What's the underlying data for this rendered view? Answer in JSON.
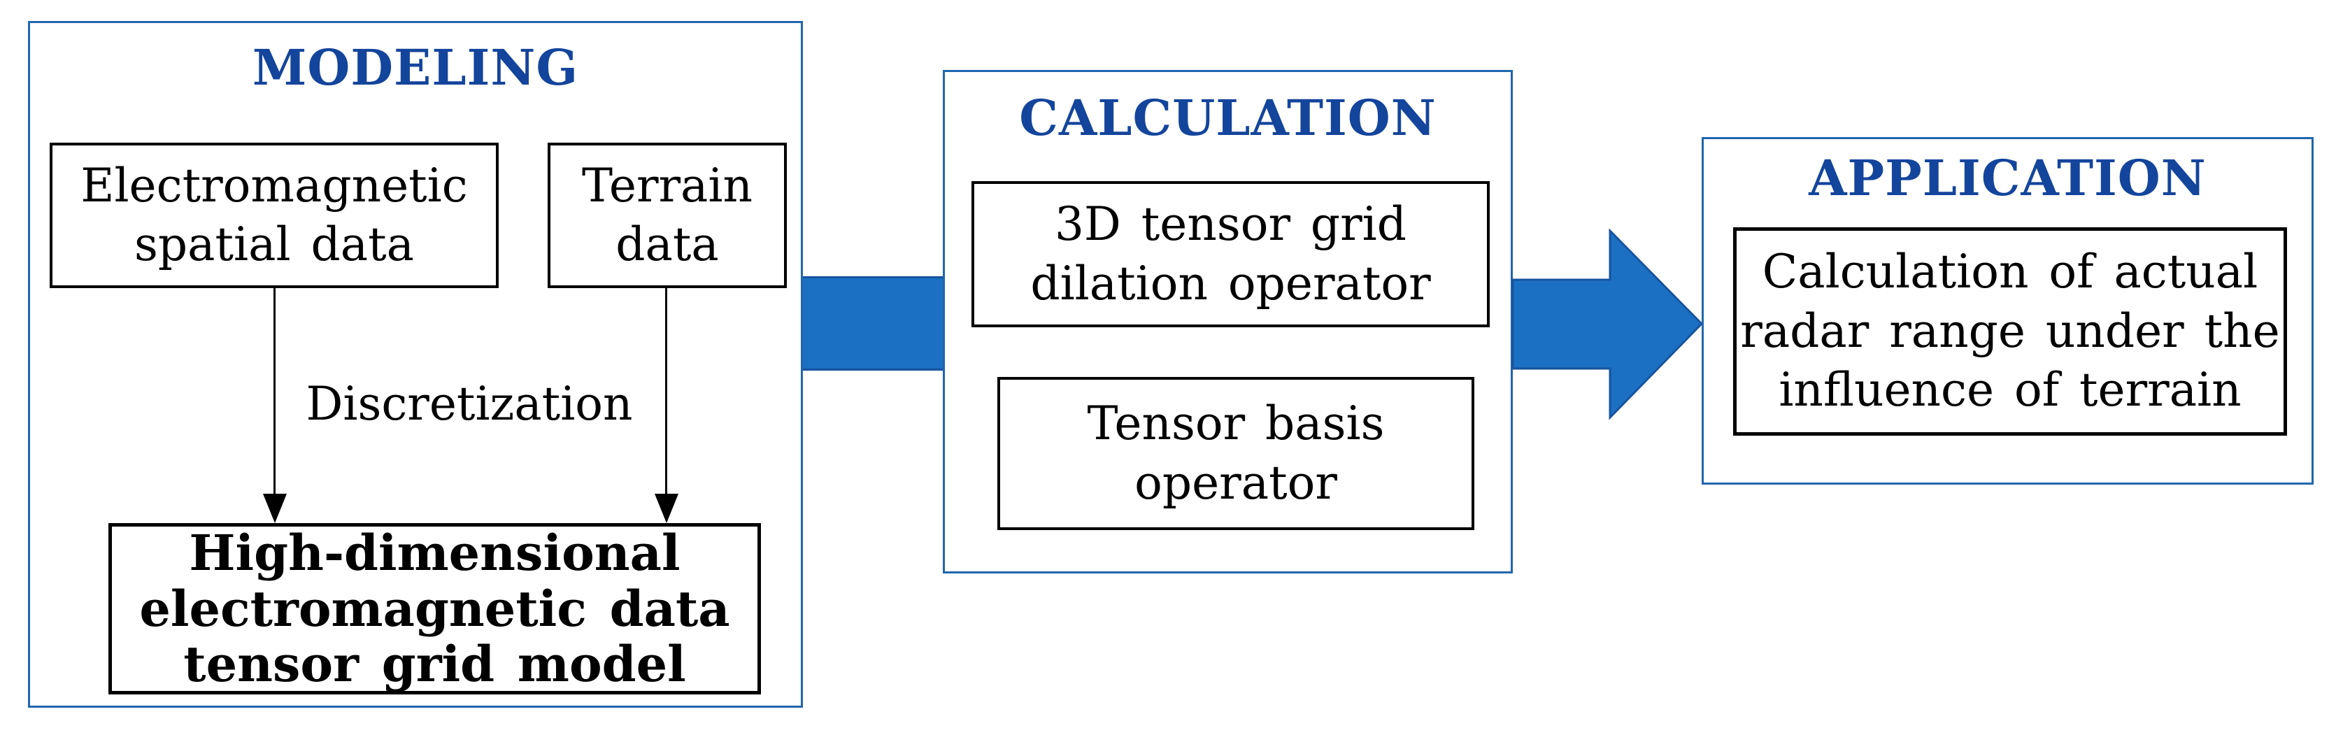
{
  "colors": {
    "container_border_blue": "#2166AE",
    "title_blue": "#14459C",
    "arrow_fill_blue": "#1C70C4",
    "arrow_stroke_blue": "#17549E",
    "box_border_black": "#000000"
  },
  "sections": {
    "modeling": {
      "title": "MODELING",
      "em_box": {
        "lines": [
          "Electromagnetic",
          "spatial data"
        ]
      },
      "terrain_box": {
        "lines": [
          "Terrain",
          "data"
        ]
      },
      "arrow_label": "Discretization",
      "model_box": {
        "lines": [
          "High-dimensional",
          "electromagnetic data",
          "tensor grid model"
        ]
      }
    },
    "calculation": {
      "title": "CALCULATION",
      "dilation_box": {
        "lines": [
          "3D tensor grid",
          "dilation operator"
        ]
      },
      "basis_box": {
        "lines": [
          "Tensor basis",
          "operator"
        ]
      }
    },
    "application": {
      "title": "APPLICATION",
      "result_box": {
        "lines": [
          "Calculation of actual",
          "radar range under the",
          "influence of terrain"
        ]
      }
    }
  }
}
